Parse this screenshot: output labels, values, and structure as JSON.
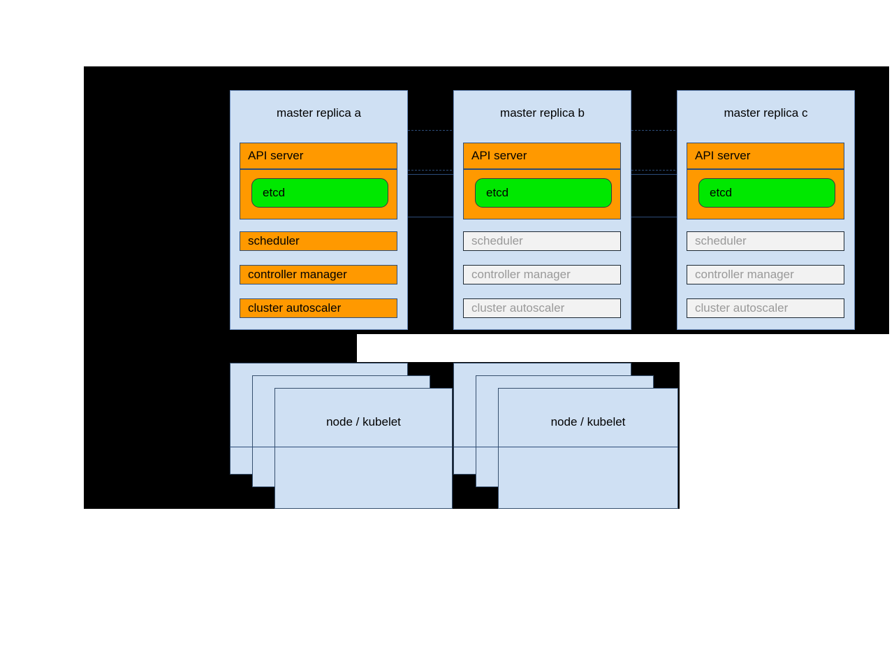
{
  "diagram": {
    "title_hidden": true,
    "colors": {
      "backdrop": "#000000",
      "panel_fill": "#cfe0f3",
      "panel_stroke": "#6c8ebf",
      "component_active_fill": "#ff9900",
      "component_inactive_fill": "#f2f2f2",
      "component_inactive_text": "#999999",
      "etcd_fill": "#00e800",
      "stroke_dark": "#2d4d7a",
      "text": "#000000"
    }
  },
  "masters": [
    {
      "title": "master replica a",
      "api_server": {
        "label": "API server",
        "state": "active"
      },
      "etcd": {
        "label": "etcd",
        "state": "active"
      },
      "components": [
        {
          "label": "scheduler",
          "state": "active"
        },
        {
          "label": "controller manager",
          "state": "active"
        },
        {
          "label": "cluster autoscaler",
          "state": "active"
        }
      ]
    },
    {
      "title": "master replica b",
      "api_server": {
        "label": "API server",
        "state": "active"
      },
      "etcd": {
        "label": "etcd",
        "state": "active"
      },
      "components": [
        {
          "label": "scheduler",
          "state": "inactive"
        },
        {
          "label": "controller manager",
          "state": "inactive"
        },
        {
          "label": "cluster autoscaler",
          "state": "inactive"
        }
      ]
    },
    {
      "title": "master replica c",
      "api_server": {
        "label": "API server",
        "state": "active"
      },
      "etcd": {
        "label": "etcd",
        "state": "active"
      },
      "components": [
        {
          "label": "scheduler",
          "state": "inactive"
        },
        {
          "label": "controller manager",
          "state": "inactive"
        },
        {
          "label": "cluster autoscaler",
          "state": "inactive"
        }
      ]
    }
  ],
  "node_groups": [
    {
      "label": "node / kubelet",
      "stack_count": 3
    },
    {
      "label": "node / kubelet",
      "stack_count": 3
    }
  ]
}
